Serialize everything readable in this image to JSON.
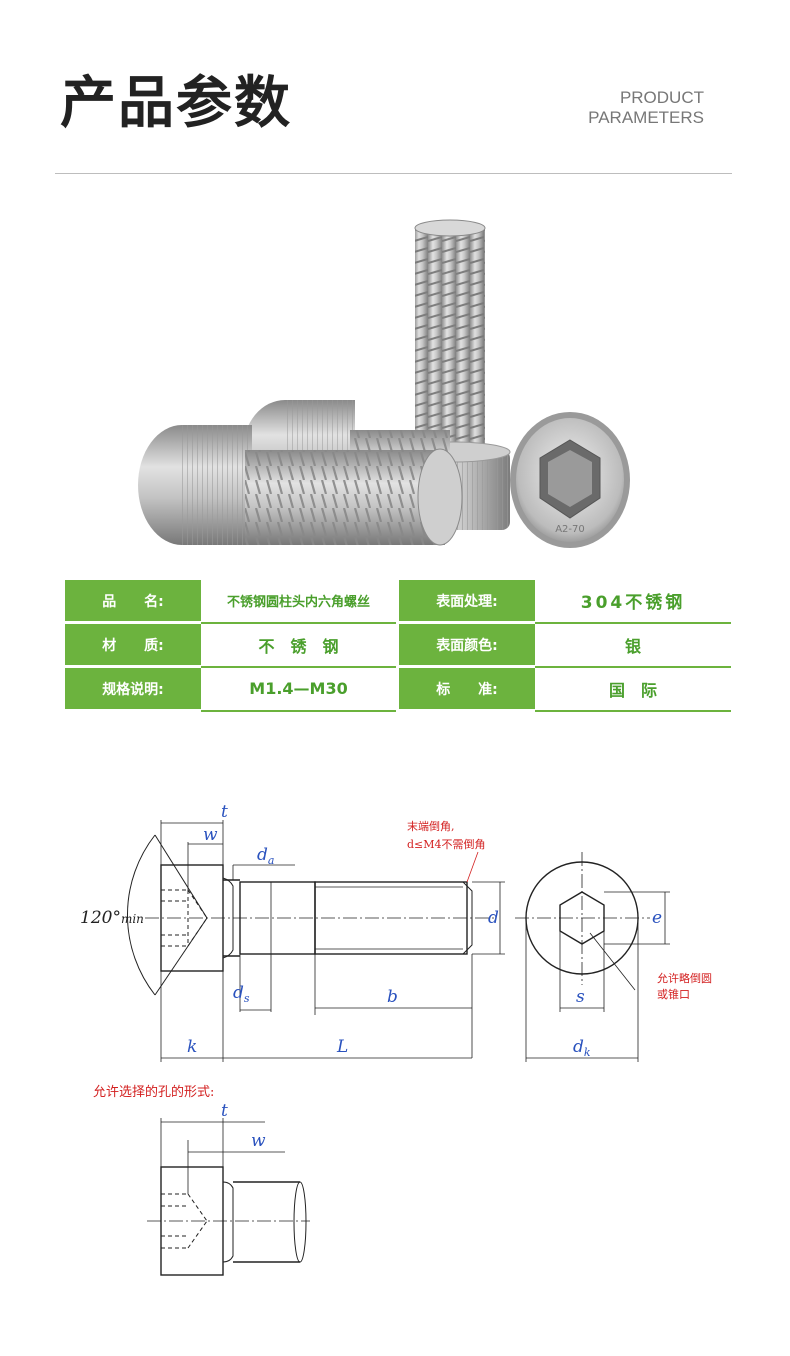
{
  "header": {
    "title": "产品参数",
    "subtitle_line1": "PRODUCT",
    "subtitle_line2": "PARAMETERS"
  },
  "photo": {
    "marking": "A2-70"
  },
  "params": [
    [
      {
        "label": "品　　名:",
        "value": "不锈钢圆柱头内六角螺丝"
      },
      {
        "label": "表面处理:",
        "value": "304不锈钢"
      }
    ],
    [
      {
        "label": "材　　质:",
        "value": "不　锈　钢"
      },
      {
        "label": "表面颜色:",
        "value": "银"
      }
    ],
    [
      {
        "label": "规格说明:",
        "value": "M1.4—M30"
      },
      {
        "label": "标　　准:",
        "value": "国　际"
      }
    ]
  ],
  "drawing": {
    "dims": {
      "t": "t",
      "w": "w",
      "da": "d",
      "da_sub": "a",
      "d": "d",
      "ds": "d",
      "ds_sub": "s",
      "b": "b",
      "k": "k",
      "L": "L",
      "e": "e",
      "s": "s",
      "dk": "d",
      "dk_sub": "k",
      "angle": "120°",
      "angle_sub": "min"
    },
    "notes": {
      "chamfer_line1": "末端倒角,",
      "chamfer_line2": "d≤M4不需倒角",
      "hole_line1": "允许略倒圆",
      "hole_line2": "或锥口",
      "optional_hole": "允许选择的孔的形式:"
    },
    "dim2": {
      "t": "t",
      "w": "w"
    }
  },
  "colors": {
    "accent": "#6cb33e",
    "value_text": "#4a9f2c",
    "dim_blue": "#2a52be",
    "note_red": "#d32020"
  }
}
